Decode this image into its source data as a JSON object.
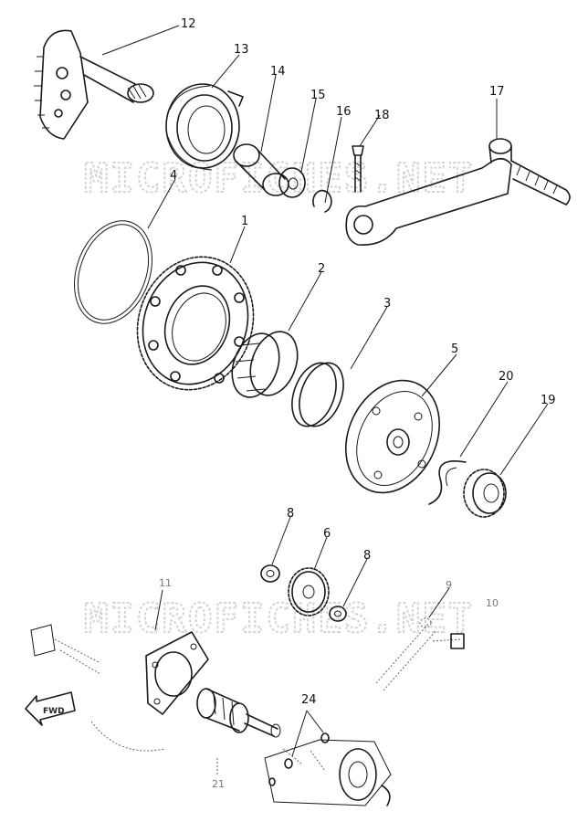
{
  "watermark": "MICROFICHES.NET",
  "fwd_label": "FWD",
  "callouts": {
    "p1": "1",
    "p2": "2",
    "p3": "3",
    "p4": "4",
    "p5": "5",
    "p6": "6",
    "p8a": "8",
    "p8b": "8",
    "p9": "9",
    "p10": "10",
    "p11": "11",
    "p12": "12",
    "p13": "13",
    "p14": "14",
    "p15": "15",
    "p16": "16",
    "p17": "17",
    "p18": "18",
    "p19": "19",
    "p20": "20",
    "p21": "21",
    "p24": "24"
  }
}
